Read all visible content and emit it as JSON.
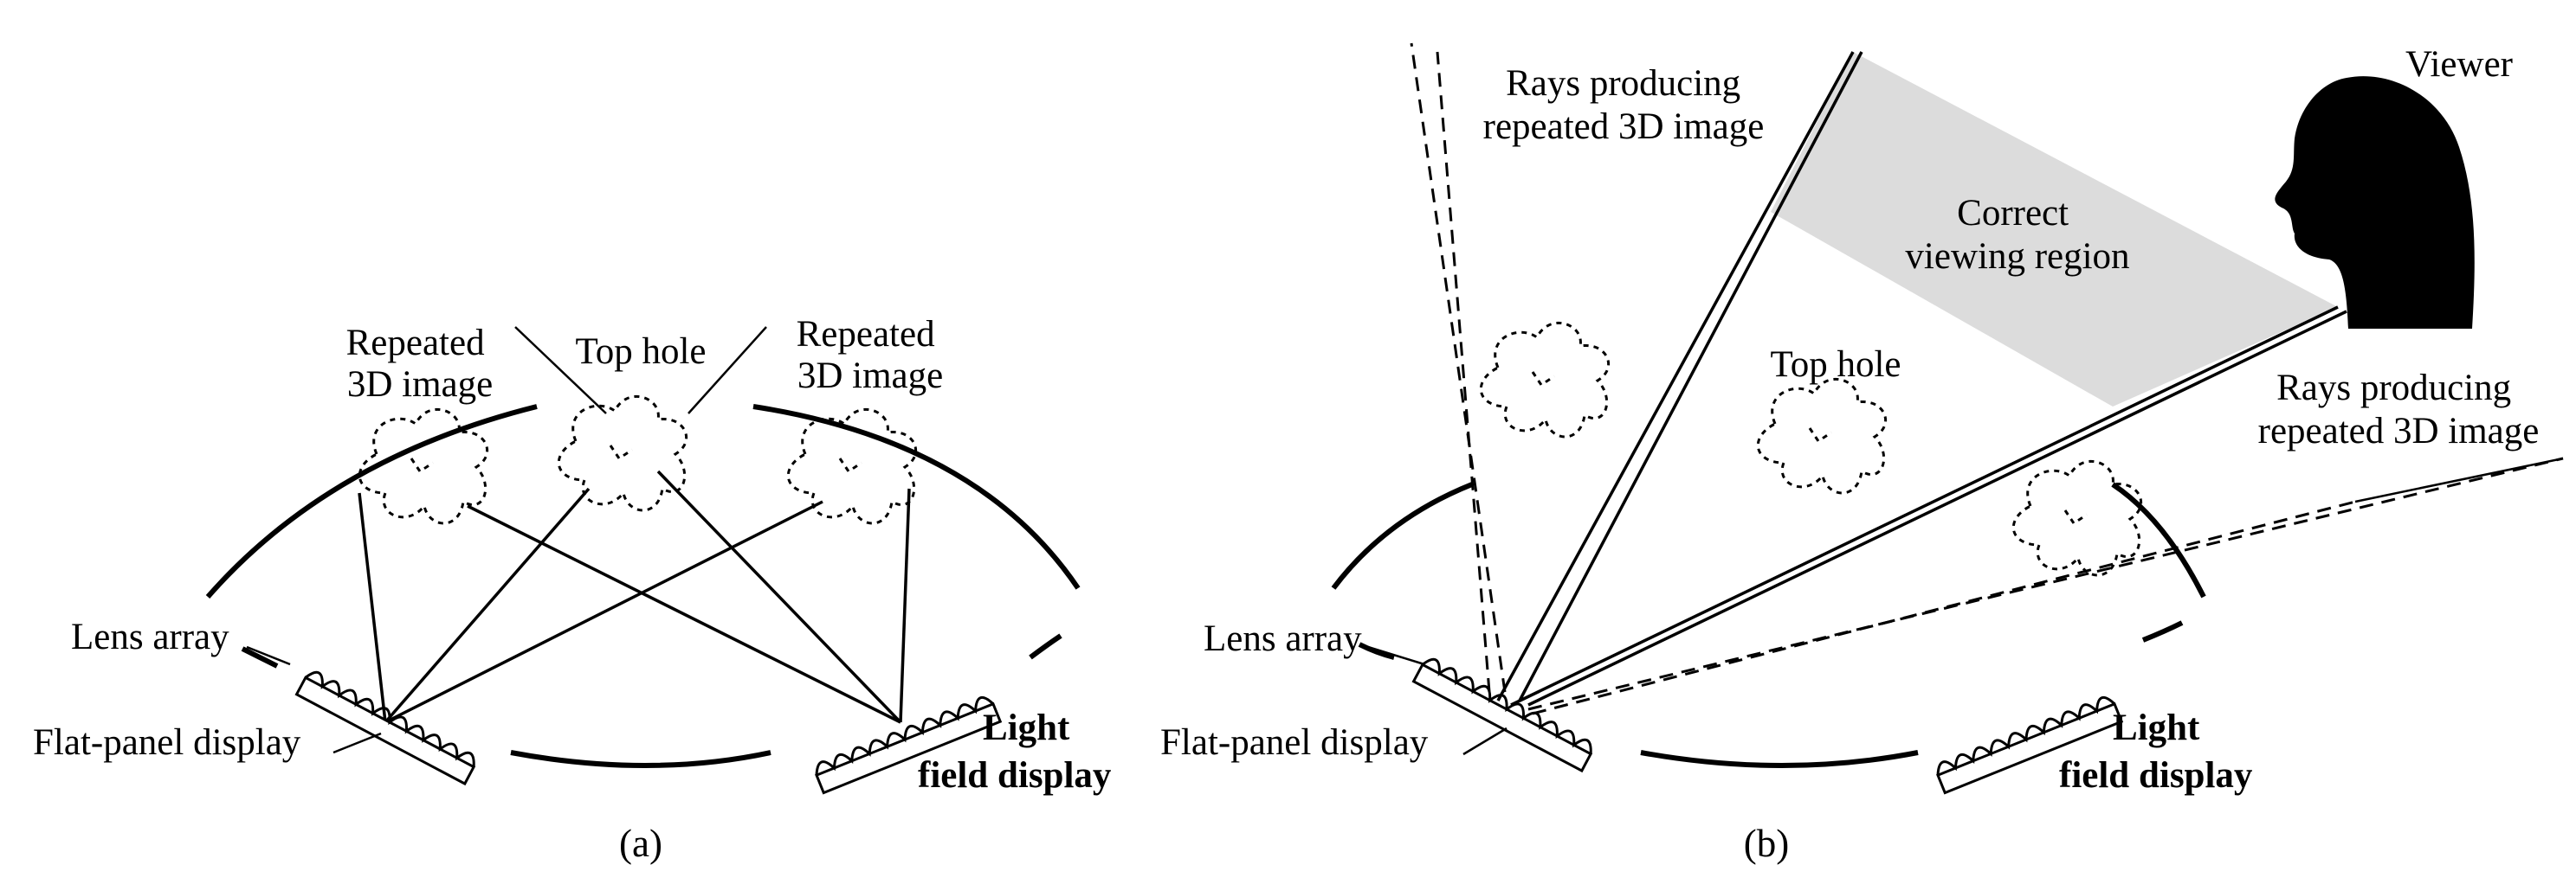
{
  "panel_a": {
    "labels": {
      "repeated_left": [
        "Repeated",
        "3D image"
      ],
      "top_hole": "Top hole",
      "repeated_right": [
        "Repeated",
        "3D image"
      ],
      "lens_array": "Lens array",
      "flat_panel": "Flat-panel display",
      "light_field": [
        "Light",
        "field display"
      ]
    },
    "caption": "(a)"
  },
  "panel_b": {
    "labels": {
      "rays_top": [
        "Rays producing",
        "repeated 3D image"
      ],
      "viewer": "Viewer",
      "correct_region": [
        "Correct",
        "viewing region"
      ],
      "top_hole": "Top hole",
      "rays_right": [
        "Rays producing",
        "repeated 3D image"
      ],
      "lens_array": "Lens array",
      "flat_panel": "Flat-panel display",
      "light_field": [
        "Light",
        "field display"
      ]
    },
    "caption": "(b)"
  },
  "colors": {
    "ink": "#000000",
    "viewing_region": "#dcdcdc",
    "background": "#ffffff"
  }
}
